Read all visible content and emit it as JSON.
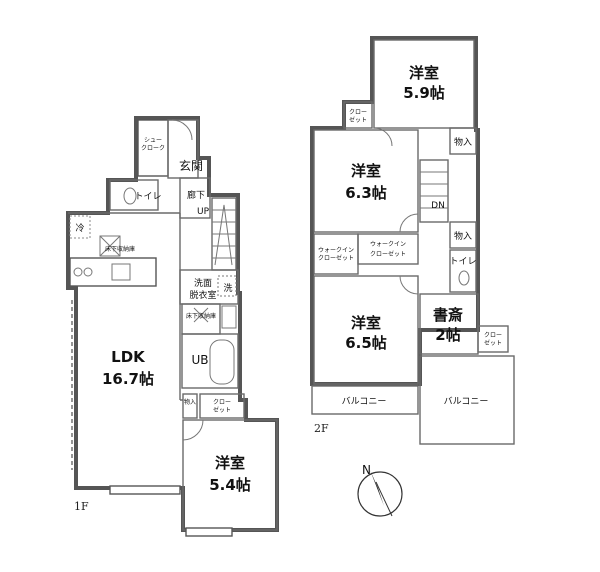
{
  "floor1": {
    "tag": "1F",
    "ldk_name": "LDK",
    "ldk_size": "16.7帖",
    "west_name": "洋室",
    "west_size": "5.4帖",
    "walk_in_shoes_1": "シュー",
    "walk_in_shoes_2": "クローク",
    "entrance": "玄関",
    "toilet": "トイレ",
    "hall": "廊下",
    "up": "UP",
    "fridge": "冷",
    "floor_storage_1": "床下収納庫",
    "washroom_1": "洗面",
    "washroom_2": "脱衣室",
    "washer": "洗",
    "floor_storage_2": "床下収納庫",
    "ub": "UB",
    "storage": "物入",
    "closet_1": "クロー",
    "closet_2": "ゼット"
  },
  "floor2": {
    "tag": "2F",
    "room_a_name": "洋室",
    "room_a_size": "5.9帖",
    "room_b_name": "洋室",
    "room_b_size": "6.3帖",
    "room_c_name": "洋室",
    "room_c_size": "6.5帖",
    "study_name": "書斎",
    "study_size": "2帖",
    "closet_a_1": "クロー",
    "closet_a_2": "ゼット",
    "storage_a": "物入",
    "storage_b": "物入",
    "dn": "DN",
    "toilet": "トイレ",
    "wic_small_1": "ウォークイン",
    "wic_small_2": "クローゼット",
    "wic_1": "ウォークイン",
    "wic_2": "クローゼット",
    "closet_study_1": "クロー",
    "closet_study_2": "ゼット",
    "balcony_left": "バルコニー",
    "balcony_right": "バルコニー"
  },
  "compass": {
    "north_label": "N"
  }
}
